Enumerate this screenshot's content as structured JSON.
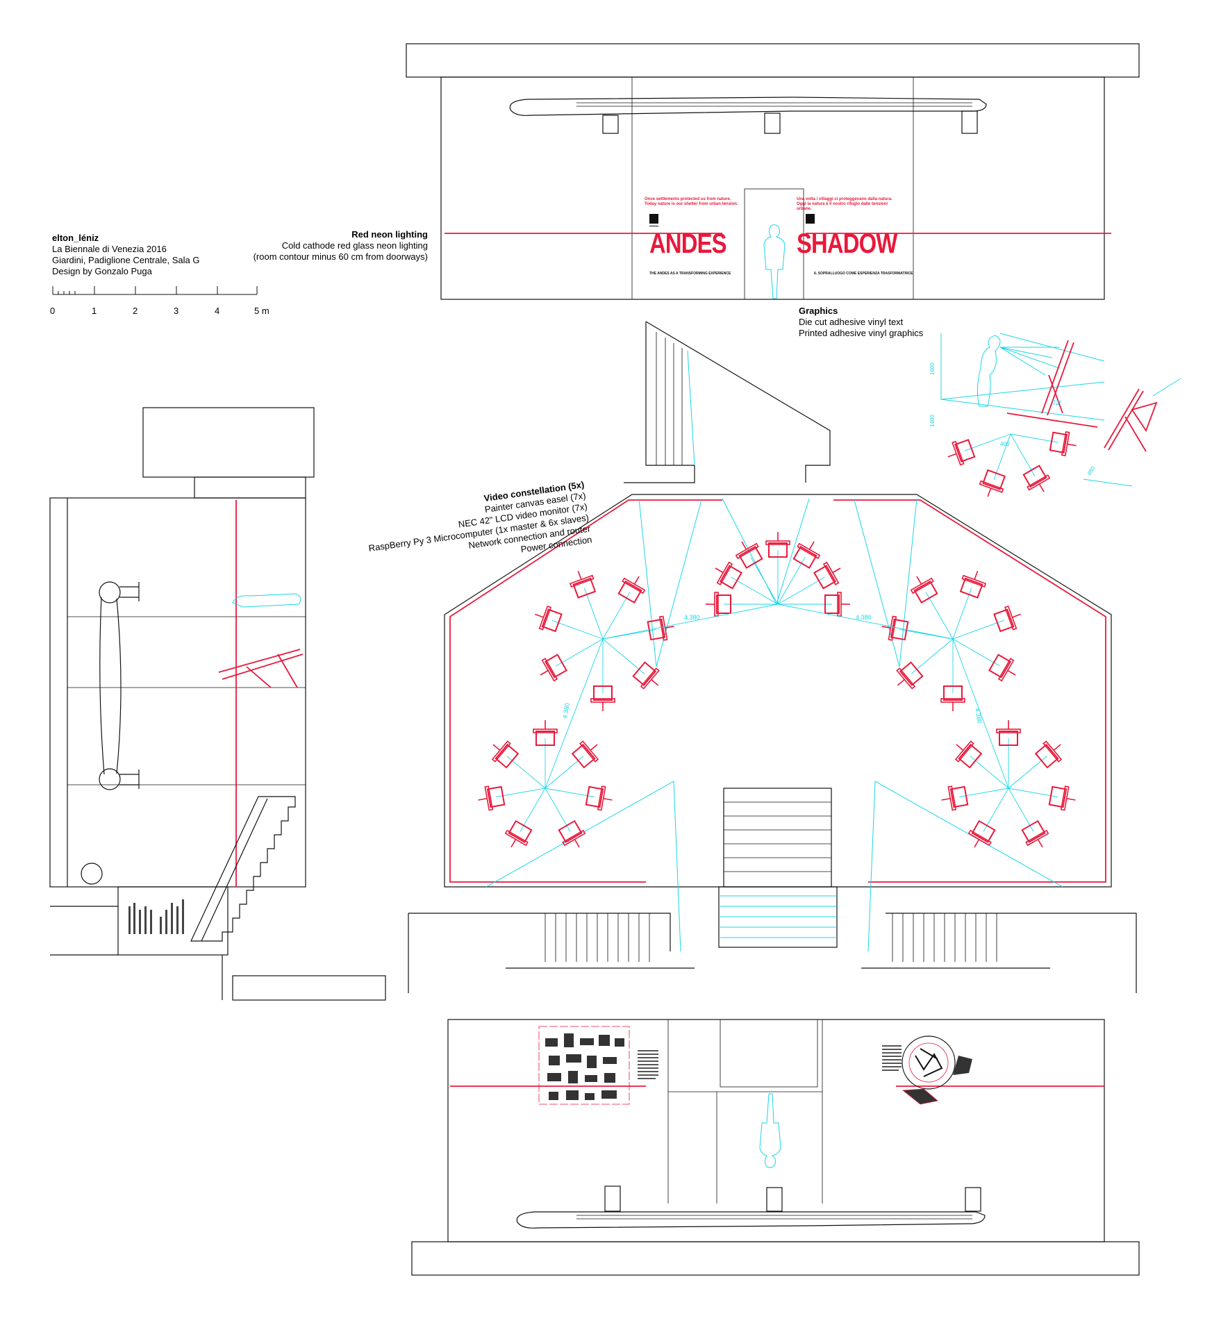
{
  "credits": {
    "project": "elton_léniz",
    "event": "La Biennale di Venezia 2016",
    "venue": "Giardini, Padiglione Centrale, Sala G",
    "design": "Design by Gonzalo Puga"
  },
  "scale_bar": {
    "labels": [
      "0",
      "1",
      "2",
      "3",
      "4",
      "5 m"
    ]
  },
  "notes": {
    "neon": {
      "title": "Red neon lighting",
      "line1": "Cold cathode red glass neon lighting",
      "line2": "(room contour minus 60 cm from doorways)"
    },
    "graphics": {
      "title": "Graphics",
      "line1": "Die cut adhesive vinyl text",
      "line2": "Printed adhesive vinyl graphics"
    },
    "video": {
      "title": "Video constellation (5x)",
      "lines": [
        "Painter canvas easel (7x)",
        "NEC 42\" LCD video monitor (7x)",
        "RaspBerry Py 3 Microcomputer (1x master & 6x slaves)",
        "Network connection and router",
        "Power connection"
      ]
    }
  },
  "wall_graphics": {
    "left_word": "ANDES",
    "right_word": "SHADOW",
    "left_heading": "Once settlements protected us from nature.",
    "left_subheading": "Today nature is our shelter from urban tension.",
    "right_heading": "Una volta i villaggi ci proteggevano dalla natura.",
    "right_subheading": "Oggi la natura è il nostro rifugio dalle tensioni urbane.",
    "left_footer": "THE ANDES AS A TRANSFORMING EXPERIENCE",
    "right_footer": "IL SOPRALLUOGO COME ESPERIENZA TRASFORMATRICE"
  },
  "dimensions": {
    "radius_a": "4.380",
    "radius_b": "4.380",
    "radius_c": "4.380",
    "radius_d": "4.380",
    "detail_height_1": "1600",
    "detail_height_2": "1400",
    "detail_angle": "72º",
    "detail_radius": "400",
    "detail_width": "880"
  },
  "colors": {
    "neon": "#e8193b",
    "guides": "#19d6e6",
    "ink": "#111111"
  }
}
